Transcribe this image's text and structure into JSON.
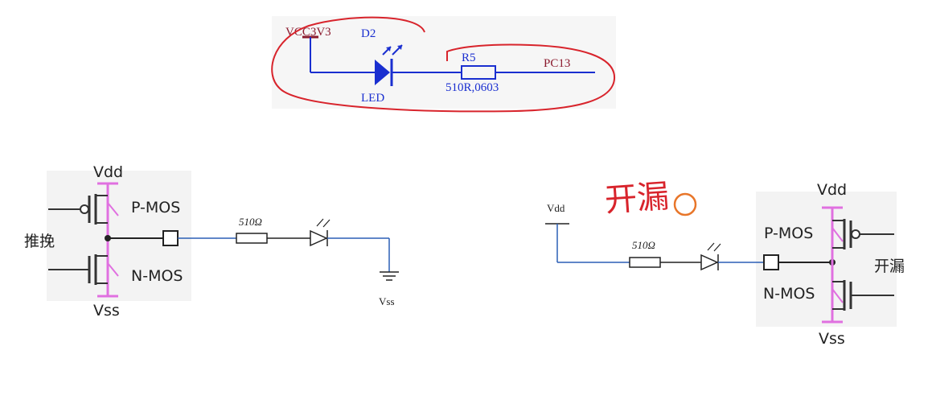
{
  "top_circuit": {
    "vcc_label": "VCC3V3",
    "led_ref": "D2",
    "led_name": "LED",
    "resistor_ref": "R5",
    "resistor_value": "510R,0603",
    "net_label": "PC13"
  },
  "push_pull": {
    "vdd_label": "Vdd",
    "vss_label": "Vss",
    "pmos_label": "P-MOS",
    "nmos_label": "N-MOS",
    "mode_label": "推挽",
    "resistor_label": "510Ω",
    "ground_label": "Vss"
  },
  "open_drain": {
    "vdd_label": "Vdd",
    "vss_label": "Vss",
    "pmos_label": "P-MOS",
    "nmos_label": "N-MOS",
    "mode_label": "开漏",
    "resistor_label": "510Ω",
    "supply_label": "Vdd",
    "handwritten_note": "开漏"
  },
  "colors": {
    "wire_blue": "#2b5fb5",
    "led_blue": "#1a2fd0",
    "dark_red": "#8b1a2e",
    "annotation_red": "#d8242c",
    "rail_pink": "#e070e0",
    "panel_gray": "#f4f4f4",
    "highlight_orange": "#e8762a"
  }
}
